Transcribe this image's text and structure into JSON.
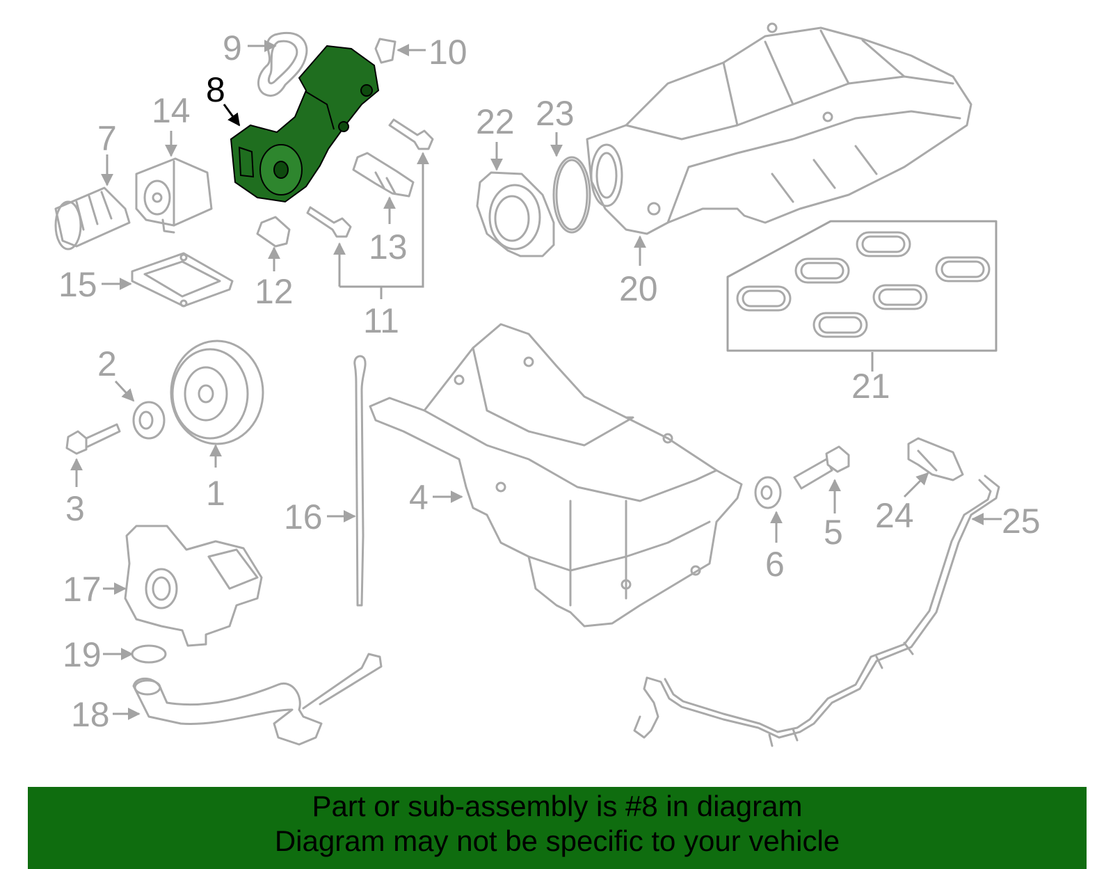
{
  "diagram": {
    "highlighted_part": "8",
    "highlight_color": "#1f6e1f",
    "labels": [
      "1",
      "2",
      "3",
      "4",
      "5",
      "6",
      "7",
      "8",
      "9",
      "10",
      "11",
      "12",
      "13",
      "14",
      "15",
      "16",
      "17",
      "18",
      "19",
      "20",
      "21",
      "22",
      "23",
      "24",
      "25"
    ]
  },
  "banner": {
    "color": "#0f6d0f",
    "line1": "Part or sub-assembly is #8 in diagram",
    "line2": "Diagram may not be specific to your vehicle"
  }
}
